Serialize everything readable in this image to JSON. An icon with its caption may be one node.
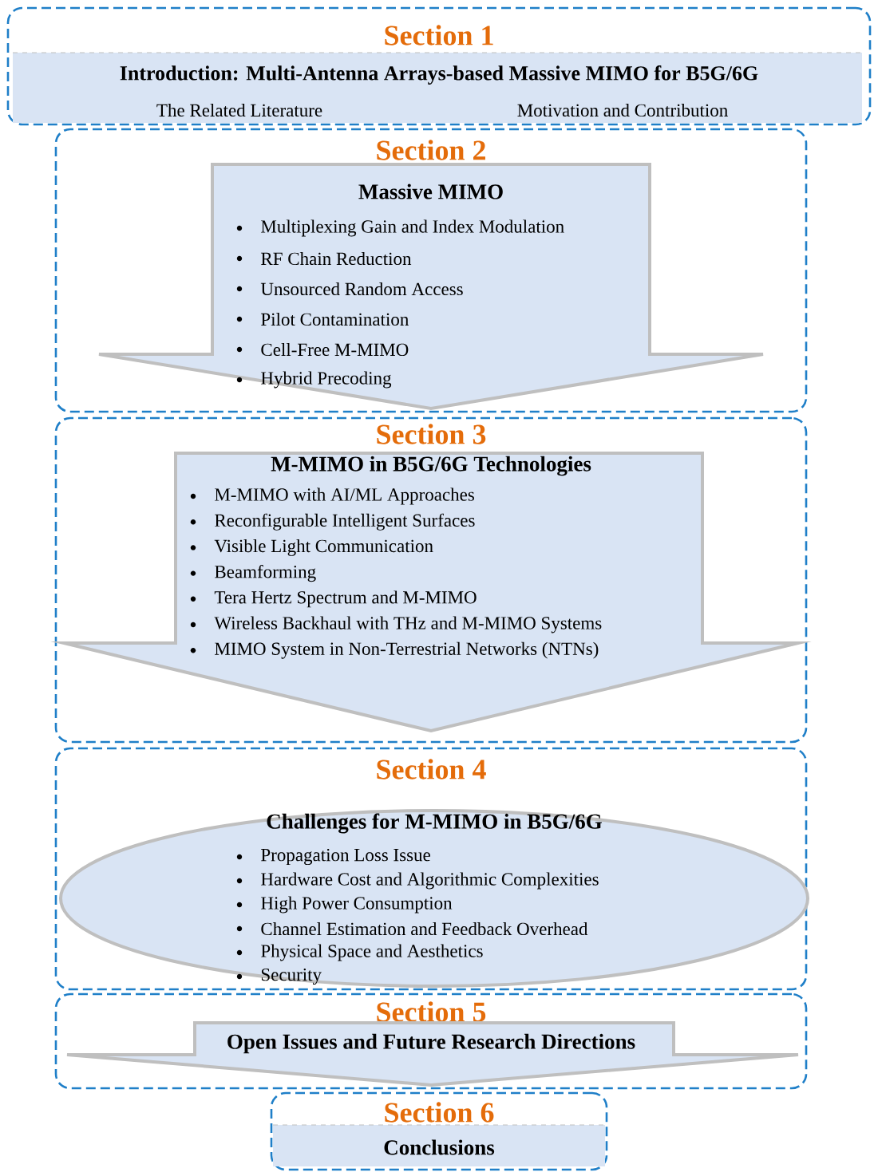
{
  "diagram": {
    "nodes": [
      {
        "text": [
          "Section 1"
        ]
      },
      {
        "text": [
          "Introduction: Multi-Antenna Arrays-based Massive MIMO for B5G/6G",
          "The Related Literature",
          "Motivation and Contribution"
        ],
        "in": 0
      },
      {
        "text": [
          "Section 2"
        ]
      },
      {
        "text": [
          "Massive MIMO",
          "Multiplexing Gain and Index Modulation",
          "RF Chain Reduction",
          "Unsourced Random Access",
          "Pilot Contamination",
          "Cell-Free M-MIMO",
          "Hybrid Precoding"
        ],
        "in": 2
      },
      {
        "text": [
          "Section 3"
        ]
      },
      {
        "text": [
          "M-MIMO in B5G/6G Technologies",
          "M-MIMO with AI/ML Approaches",
          "Reconfigurable Intelligent Surfaces",
          "Visible Light Communication",
          "Beamforming",
          "Tera Hertz Spectrum and M-MIMO",
          "Wireless Backhaul with THz and M-MIMO Systems",
          "MIMO System in Non-Terrestrial Networks (NTNs)"
        ],
        "in": 4
      },
      {
        "text": [
          "Section 4"
        ]
      },
      {
        "text": [
          "Challenges for M-MIMO in B5G/6G",
          "Propagation Loss Issue",
          "Hardware Cost and Algorithmic Complexities",
          "High Power Consumption",
          "Channel Estimation and Feedback Overhead",
          "Physical Space and Aesthetics",
          "Security"
        ],
        "in": 6
      },
      {
        "text": [
          "Section 5"
        ]
      },
      {
        "text": [
          "Open Issues and Future Research Directions"
        ],
        "in": 8
      },
      {
        "text": [
          "Section 6"
        ]
      },
      {
        "text": [
          "Conclusions"
        ],
        "in": 10
      }
    ]
  }
}
